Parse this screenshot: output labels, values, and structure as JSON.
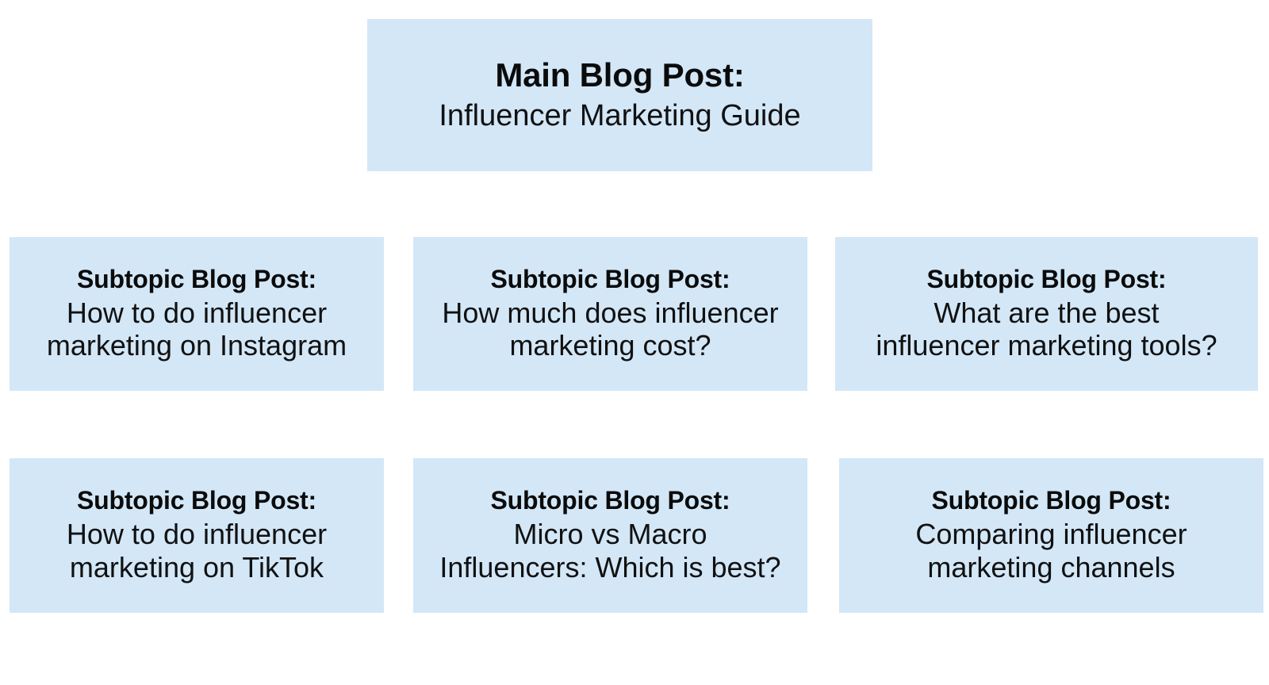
{
  "diagram": {
    "type": "topic-cluster",
    "background_color": "#ffffff",
    "node_color": "#d3e7f7",
    "text_color": "#111111",
    "root": {
      "title": "Main Blog Post:",
      "body": "Influencer Marketing Guide"
    },
    "subtopics": [
      {
        "title": "Subtopic Blog Post:",
        "body": "How to do influencer\nmarketing on Instagram",
        "row": 1,
        "column": 1
      },
      {
        "title": "Subtopic Blog Post:",
        "body": "How much does influencer\nmarketing cost?",
        "row": 1,
        "column": 2
      },
      {
        "title": "Subtopic Blog Post:",
        "body": "What are the best\ninfluencer marketing tools?",
        "row": 1,
        "column": 3
      },
      {
        "title": "Subtopic Blog Post:",
        "body": "How to do influencer\nmarketing on TikTok",
        "row": 2,
        "column": 1
      },
      {
        "title": "Subtopic Blog Post:",
        "body": "Micro vs Macro\nInfluencers: Which is best?",
        "row": 2,
        "column": 2
      },
      {
        "title": "Subtopic Blog Post:",
        "body": "Comparing influencer\nmarketing channels",
        "row": 2,
        "column": 3
      }
    ]
  }
}
